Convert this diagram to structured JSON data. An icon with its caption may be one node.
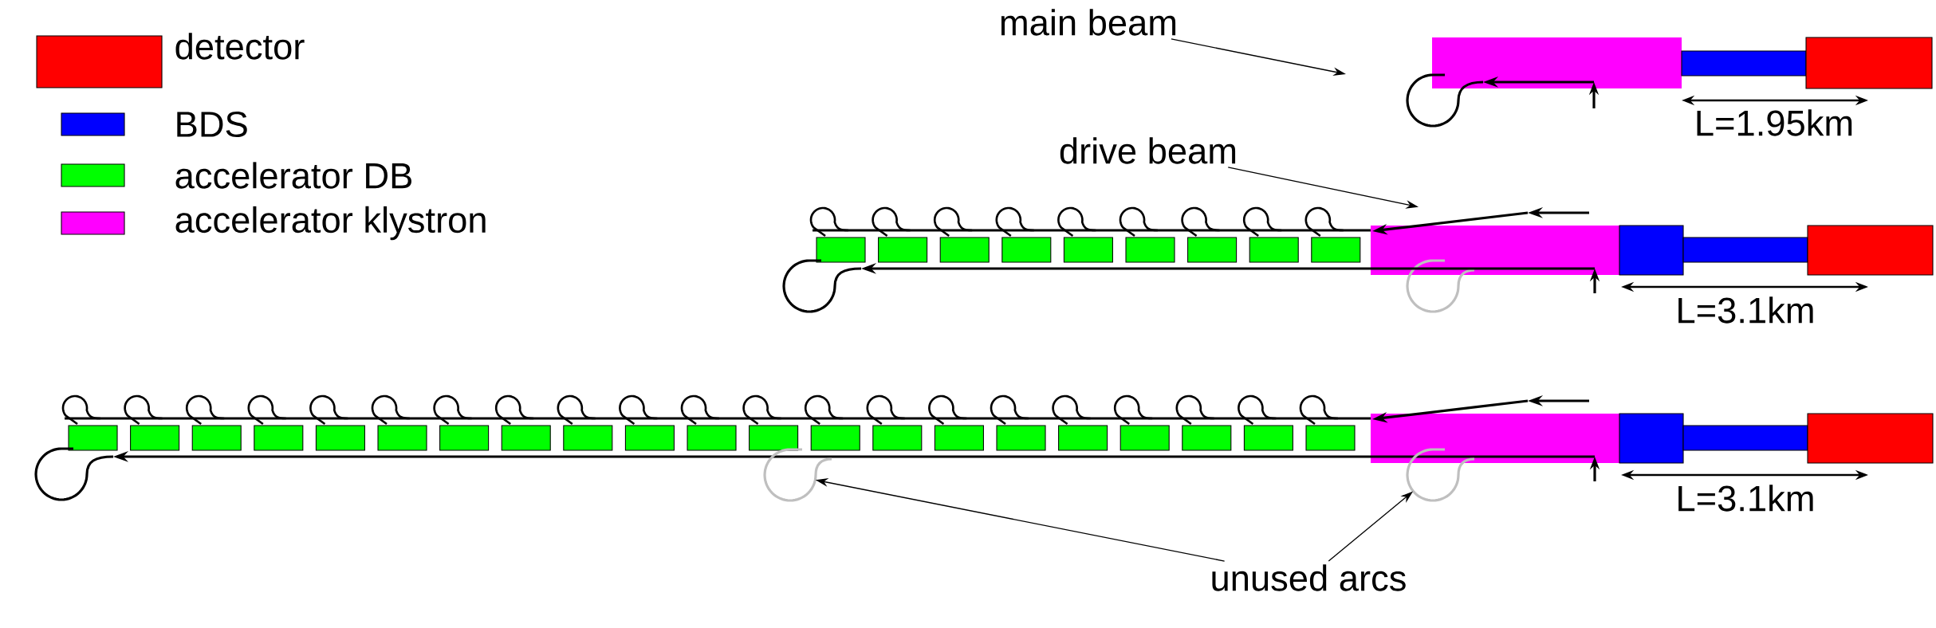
{
  "diagram": {
    "nodes": [
      {
        "text": [
          "main beam"
        ]
      },
      {
        "text": [
          "drive beam"
        ]
      },
      {
        "text": [
          "unused arcs"
        ]
      },
      {
        "text": [],
        "shape": "arc"
      },
      {
        "text": [],
        "shape": "arc"
      },
      {
        "text": [],
        "shape": "arrow"
      }
    ],
    "edges": [
      {
        "from": 0,
        "to": null,
        "arrow": "to"
      },
      {
        "from": 1,
        "to": 5,
        "arrow": "to"
      },
      {
        "from": 2,
        "to": 3,
        "arrow": "to"
      },
      {
        "from": 2,
        "to": 4,
        "arrow": "to"
      }
    ],
    "labels": [
      "L=1.95km",
      "L=3.1km",
      "L=3.1km"
    ],
    "legend": [
      {
        "text": "detector",
        "color": "#ff0000"
      },
      {
        "text": "BDS",
        "color": "#0000ff"
      },
      {
        "text": "accelerator DB",
        "color": "#00ff00"
      },
      {
        "text": "accelerator klystron",
        "color": "#ff00ff"
      }
    ]
  }
}
